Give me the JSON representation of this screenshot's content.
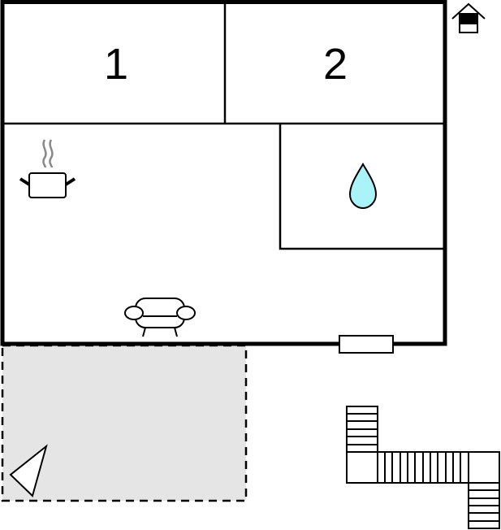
{
  "floorplan": {
    "rooms": [
      {
        "id": "bedroom-1",
        "label": "1"
      },
      {
        "id": "bedroom-2",
        "label": "2"
      },
      {
        "id": "bathroom",
        "icon": "water-drop-icon"
      },
      {
        "id": "kitchen-living",
        "icons": [
          "cooking-pot-icon",
          "armchair-icon"
        ]
      }
    ],
    "exterior": {
      "terrace": {
        "fill": "#e5e5e5",
        "icon": "triangle-marker-icon"
      },
      "stairs": {
        "icon": "staircase-icon"
      }
    },
    "legend": {
      "icon": "house-icon"
    },
    "colors": {
      "wall": "#000000",
      "water": "#aaf3f8",
      "steam": "#888888",
      "terrace": "#e5e5e5"
    }
  }
}
